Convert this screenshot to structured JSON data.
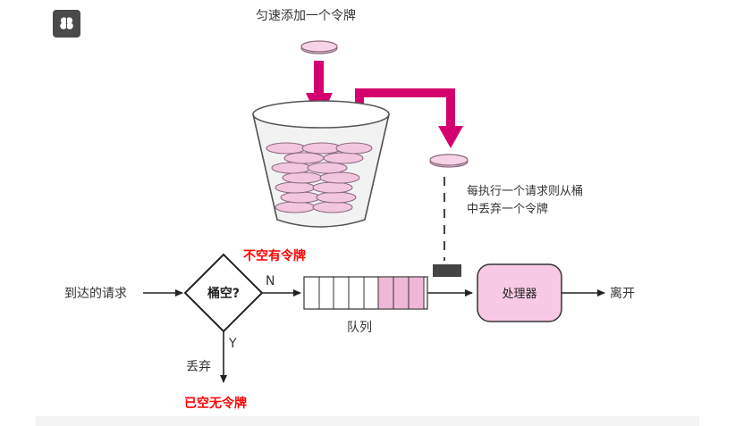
{
  "app_icon": {
    "name": "brain-icon"
  },
  "diagram": {
    "title_top": "匀速添加一个令牌",
    "side_note_line1": "每执行一个请求则从桶",
    "side_note_line2": "中丢弃一个令牌",
    "request_label": "到达的请求",
    "decision_label": "桶空?",
    "branch_no": "N",
    "branch_yes": "Y",
    "not_empty_label": "不空有令牌",
    "empty_label": "已空无令牌",
    "discard_label": "丢弃",
    "queue_label": "队列",
    "processor_label": "处理器",
    "leave_label": "离开"
  },
  "colors": {
    "accent_magenta": "#d4006f",
    "token_fill": "#f3c6e0",
    "token_stroke": "#8a6a7e",
    "processor_fill": "#f7c9e4",
    "queue_filled": "#f0b8d6",
    "warning_text": "#ff0000"
  }
}
